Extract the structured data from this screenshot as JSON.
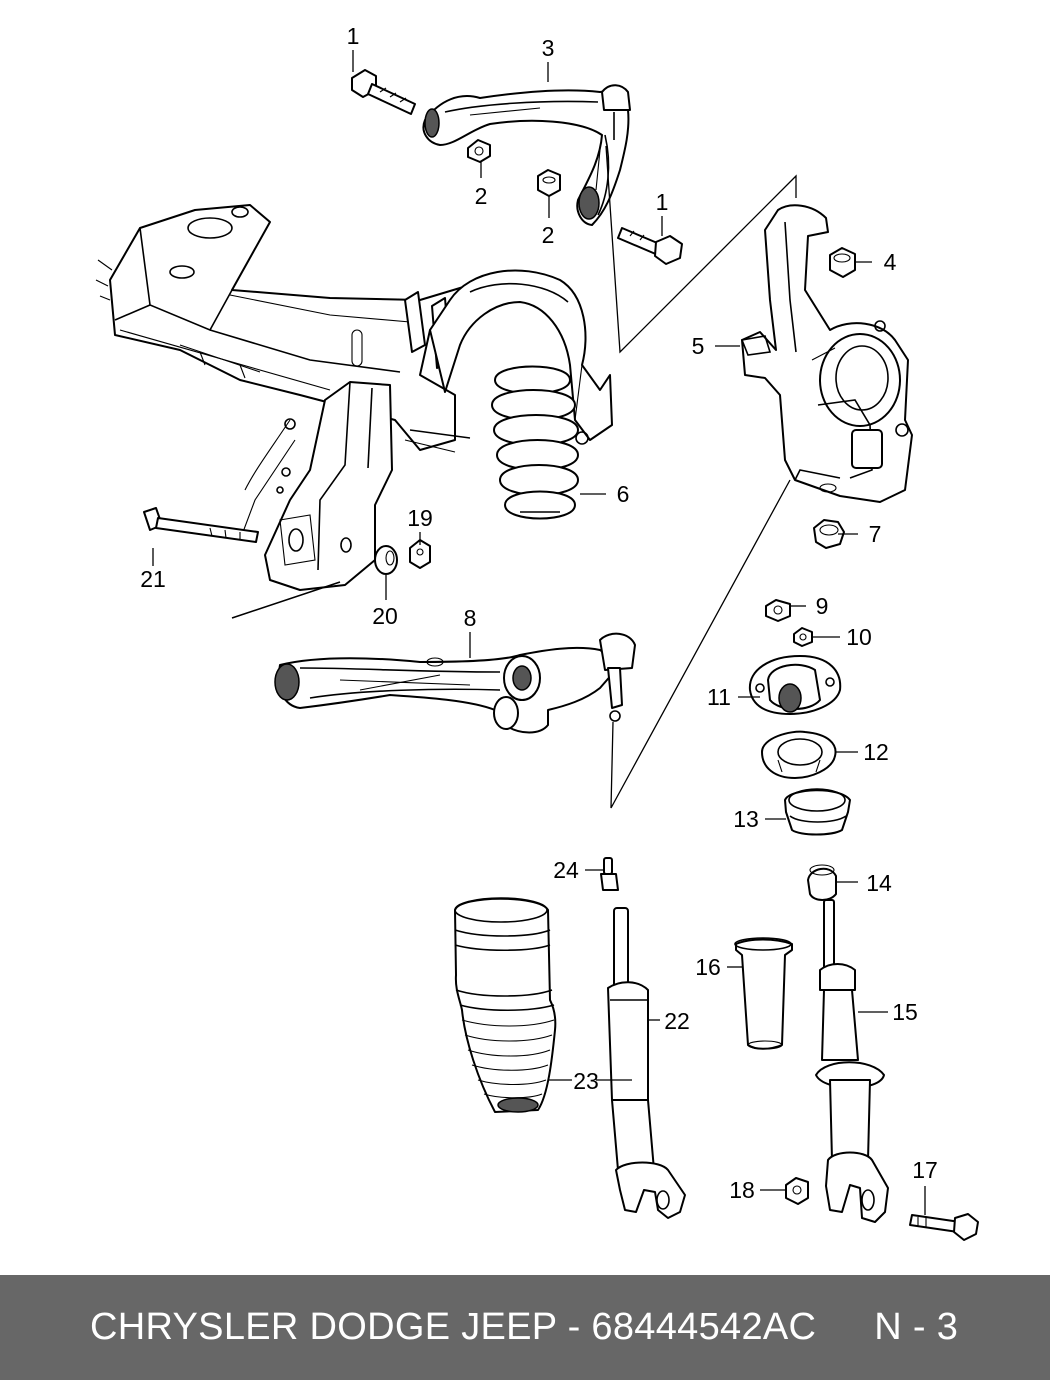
{
  "diagram": {
    "callouts": [
      {
        "id": "c1a",
        "label": "1"
      },
      {
        "id": "c1b",
        "label": "1"
      },
      {
        "id": "c2a",
        "label": "2"
      },
      {
        "id": "c2b",
        "label": "2"
      },
      {
        "id": "c3",
        "label": "3"
      },
      {
        "id": "c4",
        "label": "4"
      },
      {
        "id": "c5",
        "label": "5"
      },
      {
        "id": "c6",
        "label": "6"
      },
      {
        "id": "c7",
        "label": "7"
      },
      {
        "id": "c8",
        "label": "8"
      },
      {
        "id": "c9",
        "label": "9"
      },
      {
        "id": "c10",
        "label": "10"
      },
      {
        "id": "c11",
        "label": "11"
      },
      {
        "id": "c12",
        "label": "12"
      },
      {
        "id": "c13",
        "label": "13"
      },
      {
        "id": "c14",
        "label": "14"
      },
      {
        "id": "c15",
        "label": "15"
      },
      {
        "id": "c16",
        "label": "16"
      },
      {
        "id": "c17",
        "label": "17"
      },
      {
        "id": "c18",
        "label": "18"
      },
      {
        "id": "c19",
        "label": "19"
      },
      {
        "id": "c20",
        "label": "20"
      },
      {
        "id": "c21",
        "label": "21"
      },
      {
        "id": "c22",
        "label": "22"
      },
      {
        "id": "c23",
        "label": "23"
      },
      {
        "id": "c24",
        "label": "24"
      }
    ]
  },
  "footer": {
    "brand": "CHRYSLER DODGE JEEP - 68444542AC",
    "page_code": "N - 3",
    "background": "#676767",
    "text_color": "#ffffff"
  }
}
